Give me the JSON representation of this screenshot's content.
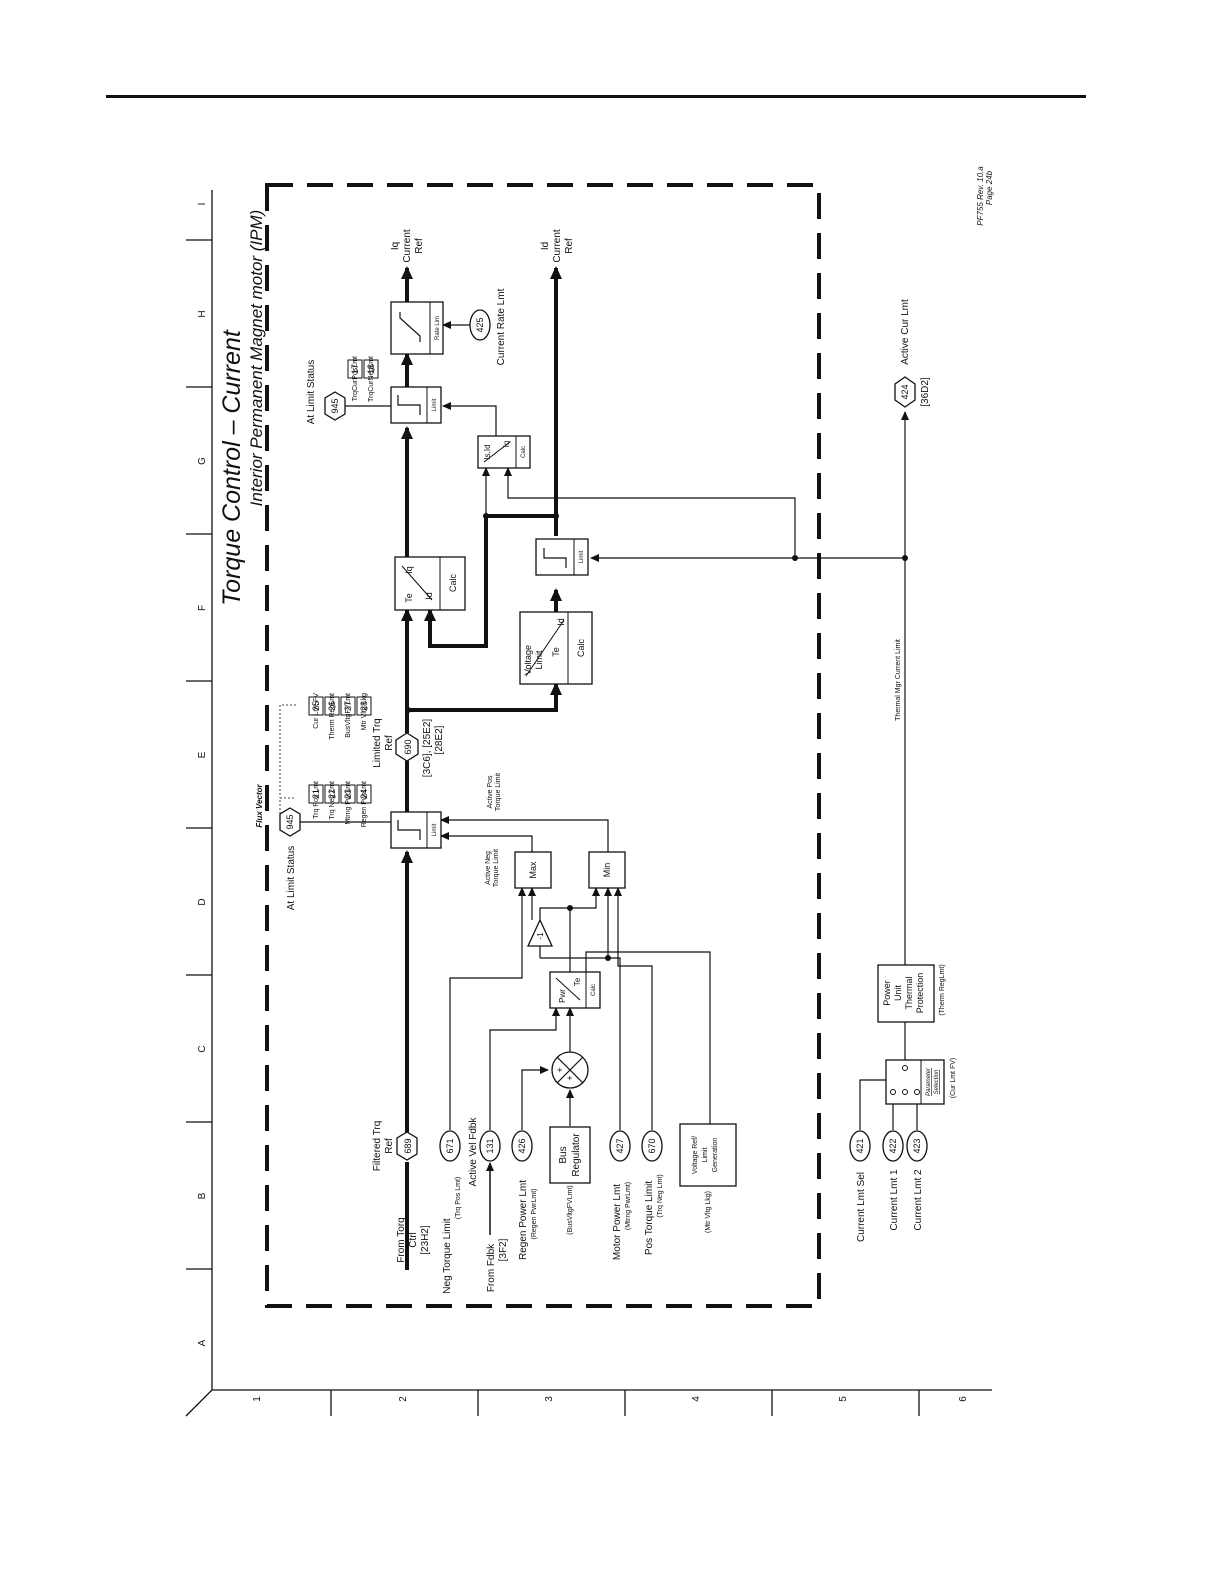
{
  "title": "Torque Control – Current",
  "subtitle": "Interior Permanent Magnet motor (IPM)",
  "revision": [
    "PF755 Rev. 10.a",
    "Page 24b"
  ],
  "grid": {
    "columns": [
      "A",
      "B",
      "C",
      "D",
      "E",
      "F",
      "G",
      "H",
      "I"
    ],
    "rows": [
      "1",
      "2",
      "3",
      "4",
      "5",
      "6"
    ]
  },
  "labels": {
    "from_torq_ctrl": [
      "From Torq",
      "Ctrl",
      "[23H2]"
    ],
    "neg_torque_limit": "Neg Torque Limit",
    "neg_torque_limit_sub": "(Trq Pos Lmt)",
    "from_fdbk": [
      "From Fdbk",
      "[3F2]"
    ],
    "regen_power_lmt": "Regen Power Lmt",
    "regen_power_lmt_sub": "(Regen PwrLmt)",
    "bus_vltg_fv_lmt": "(BusVltgFVLmt)",
    "motor_power_lmt": "Motor Power Lmt",
    "motor_power_lmt_sub": "(Mtrng PwrLmt)",
    "pos_torque_limit": "Pos Torque Limit",
    "pos_torque_limit_sub": "(Trq Neg Lmt)",
    "mtr_vltg_lkg": "(Mtr Vltg Lkg)",
    "filtered_trq_ref": [
      "Filtered Trq",
      "Ref"
    ],
    "active_vel_fdbk": "Active Vel Fdbk",
    "at_limit_status": "At Limit Status",
    "flux_vector": "Flux Vector",
    "limited_trq_ref": [
      "Limited Trq",
      "Ref"
    ],
    "limited_trq_ref_links": [
      "[3C6], [25E2]",
      "[28E2]"
    ],
    "active_pos_torque_limit": [
      "Active Pos",
      "Torque Limit"
    ],
    "active_neg_torque_limit": [
      "Active Neg",
      "Torque Limit"
    ],
    "iq_current_ref": [
      "Iq",
      "Current",
      "Ref"
    ],
    "id_current_ref": [
      "Id",
      "Current",
      "Ref"
    ],
    "current_rate_lmt": "Current Rate Lmt",
    "active_cur_lmt": "Active Cur Lmt",
    "active_cur_lmt_link": "[36D2]",
    "thermal_mgr_current_limit": "Thermal Mgr Current Limit",
    "current_lmt_sel": "Current Lmt Sel",
    "current_lmt_1": "Current Lmt 1",
    "current_lmt_2": "Current Lmt 2",
    "parameter_selection": [
      "Parameter",
      "Selection"
    ],
    "cur_lmt_fv": "(Cur Lmt FV)",
    "therm_reglmt": "(Therm RegLmt)"
  },
  "params": {
    "p689": "689",
    "p671": "671",
    "p131": "131",
    "p426": "426",
    "p427": "427",
    "p670": "670",
    "p945a": "945",
    "p690": "690",
    "p945b": "945",
    "p425": "425",
    "p424": "424",
    "p421": "421",
    "p422": "422",
    "p423": "423"
  },
  "blocks": {
    "bus_regulator": [
      "Bus",
      "Regulator"
    ],
    "voltage_ref_limit_gen": [
      "Voltage Ref/",
      "Limit",
      "Generation"
    ],
    "pwr_te_calc": {
      "a": "Pwr",
      "b": "Te",
      "c": "Calc"
    },
    "neg_one": "-1",
    "max": "Max",
    "min": "Min",
    "limit": "Limit",
    "te_iq_id_calc": {
      "a": "Te",
      "b": "Iq",
      "c": "Id",
      "d": "Calc"
    },
    "voltage_limit_te_id_calc": {
      "a": [
        "Voltage",
        "Limit"
      ],
      "b": "Id",
      "c": "Te",
      "d": "Calc"
    },
    "is_id_iq_calc": {
      "a": "Is,Id",
      "b": "Iq",
      "c": "Calc"
    },
    "rate_lim": "Rate Lim",
    "power_unit_thermal": [
      "Power",
      "Unit",
      "Thermal",
      "Protection"
    ],
    "plus": "+"
  },
  "limit_status_bits_1": [
    {
      "bit": "21",
      "name": "Trq Pos Lmt"
    },
    {
      "bit": "22",
      "name": "Trq Neg Lmt"
    },
    {
      "bit": "23",
      "name": "Mtrng PwrLmt"
    },
    {
      "bit": "24",
      "name": "Regen PwrLmt"
    },
    {
      "bit": "25",
      "name": "Cur Lmt FV"
    },
    {
      "bit": "26",
      "name": "Therm RegLmt"
    },
    {
      "bit": "27",
      "name": "BusVltgFVLmt"
    },
    {
      "bit": "28",
      "name": "Mtr Vltg Lkg"
    }
  ],
  "limit_status_bits_2": [
    {
      "bit": "17",
      "name": "TrqCurPosLmt"
    },
    {
      "bit": "18",
      "name": "TrqCurNegLmt"
    }
  ]
}
